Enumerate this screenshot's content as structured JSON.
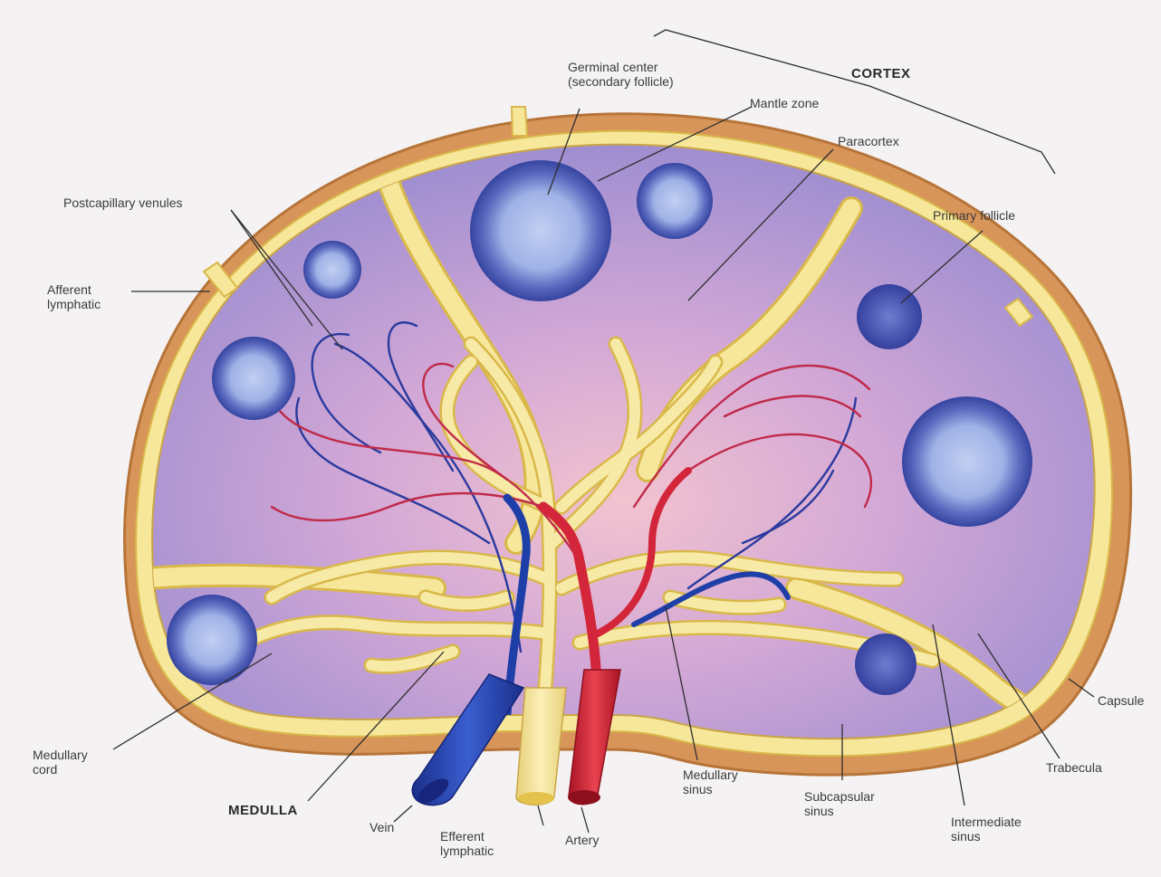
{
  "labels": {
    "germinal_center": [
      "Germinal center",
      "(secondary follicle)"
    ],
    "mantle_zone": "Mantle zone",
    "cortex": "CORTEX",
    "paracortex": "Paracortex",
    "postcapillary_venules": "Postcapillary venules",
    "primary_follicle": "Primary follicle",
    "afferent_lymphatic": [
      "Afferent",
      "lymphatic"
    ],
    "capsule": "Capsule",
    "trabecula": "Trabecula",
    "medullary_cord": [
      "Medullary",
      "cord"
    ],
    "medulla": "MEDULLA",
    "vein": "Vein",
    "efferent_lymphatic": [
      "Efferent",
      "lymphatic"
    ],
    "artery": "Artery",
    "medullary_sinus": [
      "Medullary",
      "sinus"
    ],
    "subcapsular_sinus": [
      "Subcapsular",
      "sinus"
    ],
    "intermediate_sinus": [
      "Intermediate",
      "sinus"
    ]
  },
  "colors": {
    "capsule": "#d8955a",
    "sinus": "#f6e79a",
    "sinus_edge": "#d9b84a",
    "cortex_tissue": "#a08ed0",
    "paracortex": "#e2b4d2",
    "follicle": "#3d49a8",
    "germinal_center": "#a6b8e8",
    "artery": "#d3263a",
    "vein": "#1f3fa8"
  }
}
